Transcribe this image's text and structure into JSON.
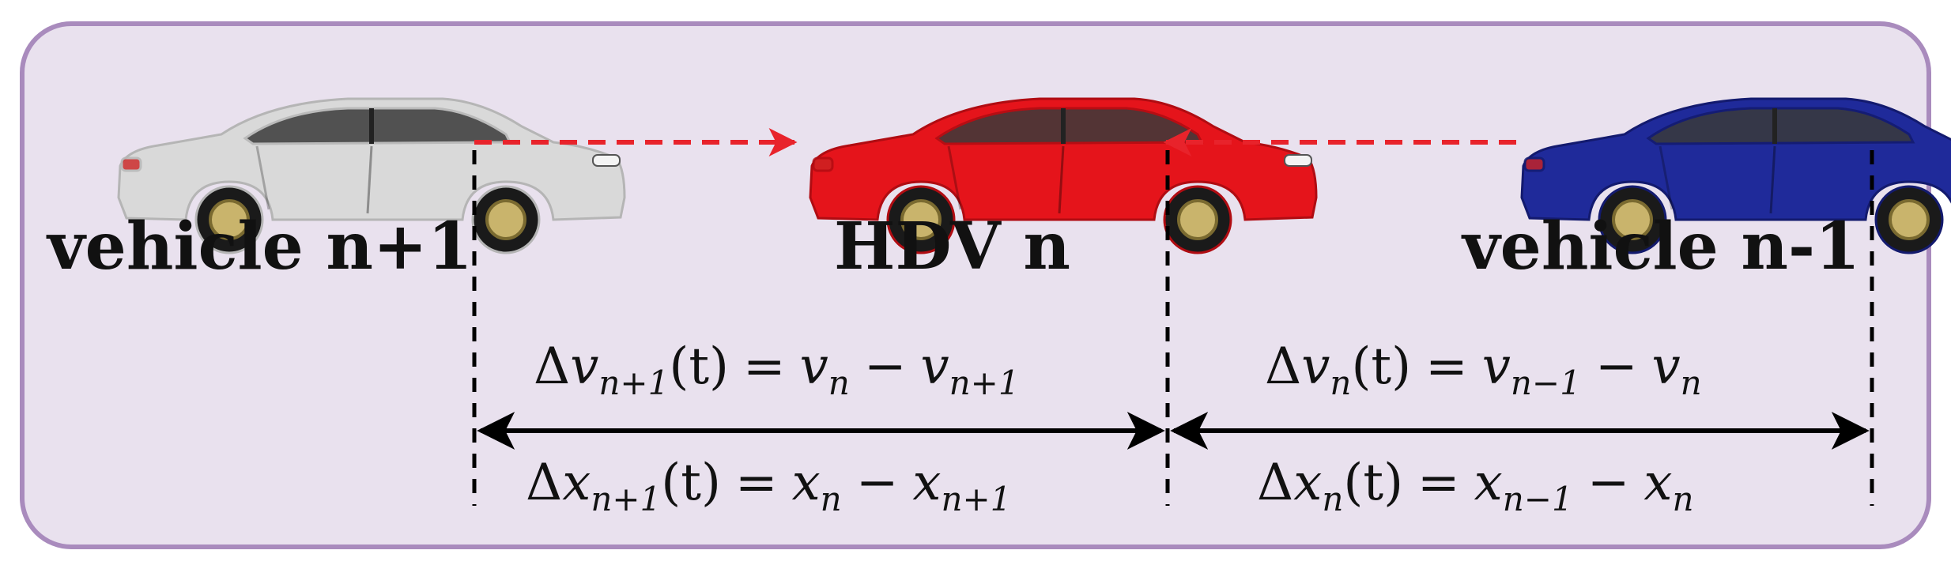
{
  "vehicles": {
    "follower": {
      "label": "vehicle n+1",
      "body_color": "#d9d9d9",
      "accent": "#b5b5b5"
    },
    "ego": {
      "label": "HDV n",
      "body_color": "#e5141b",
      "accent": "#b00c12"
    },
    "leader": {
      "label": "vehicle n-1",
      "body_color": "#1f2a9a",
      "accent": "#131a6e"
    }
  },
  "equations": {
    "dv_follower": {
      "lhs_delta": "Δ",
      "lhs_var": "v",
      "lhs_sub": "n+1",
      "lhs_arg": "(t)",
      "eq": "=",
      "r1": "v",
      "r1_sub": "n",
      "op": "−",
      "r2": "v",
      "r2_sub": "n+1"
    },
    "dx_follower": {
      "lhs_delta": "Δ",
      "lhs_var": "x",
      "lhs_sub": "n+1",
      "lhs_arg": "(t)",
      "eq": "=",
      "r1": "x",
      "r1_sub": "n",
      "op": "−",
      "r2": "x",
      "r2_sub": "n+1"
    },
    "dv_ego": {
      "lhs_delta": "Δ",
      "lhs_var": "v",
      "lhs_sub": "n",
      "lhs_arg": "(t)",
      "eq": "=",
      "r1": "v",
      "r1_sub": "n−1",
      "op": "−",
      "r2": "v",
      "r2_sub": "n"
    },
    "dx_ego": {
      "lhs_delta": "Δ",
      "lhs_var": "x",
      "lhs_sub": "n",
      "lhs_arg": "(t)",
      "eq": "=",
      "r1": "x",
      "r1_sub": "n−1",
      "op": "−",
      "r2": "x",
      "r2_sub": "n"
    }
  },
  "colors": {
    "panel_fill": "#e9e1ee",
    "panel_border": "#a98bbd",
    "info_arrow": "#e8232b",
    "dimension": "#000000"
  }
}
